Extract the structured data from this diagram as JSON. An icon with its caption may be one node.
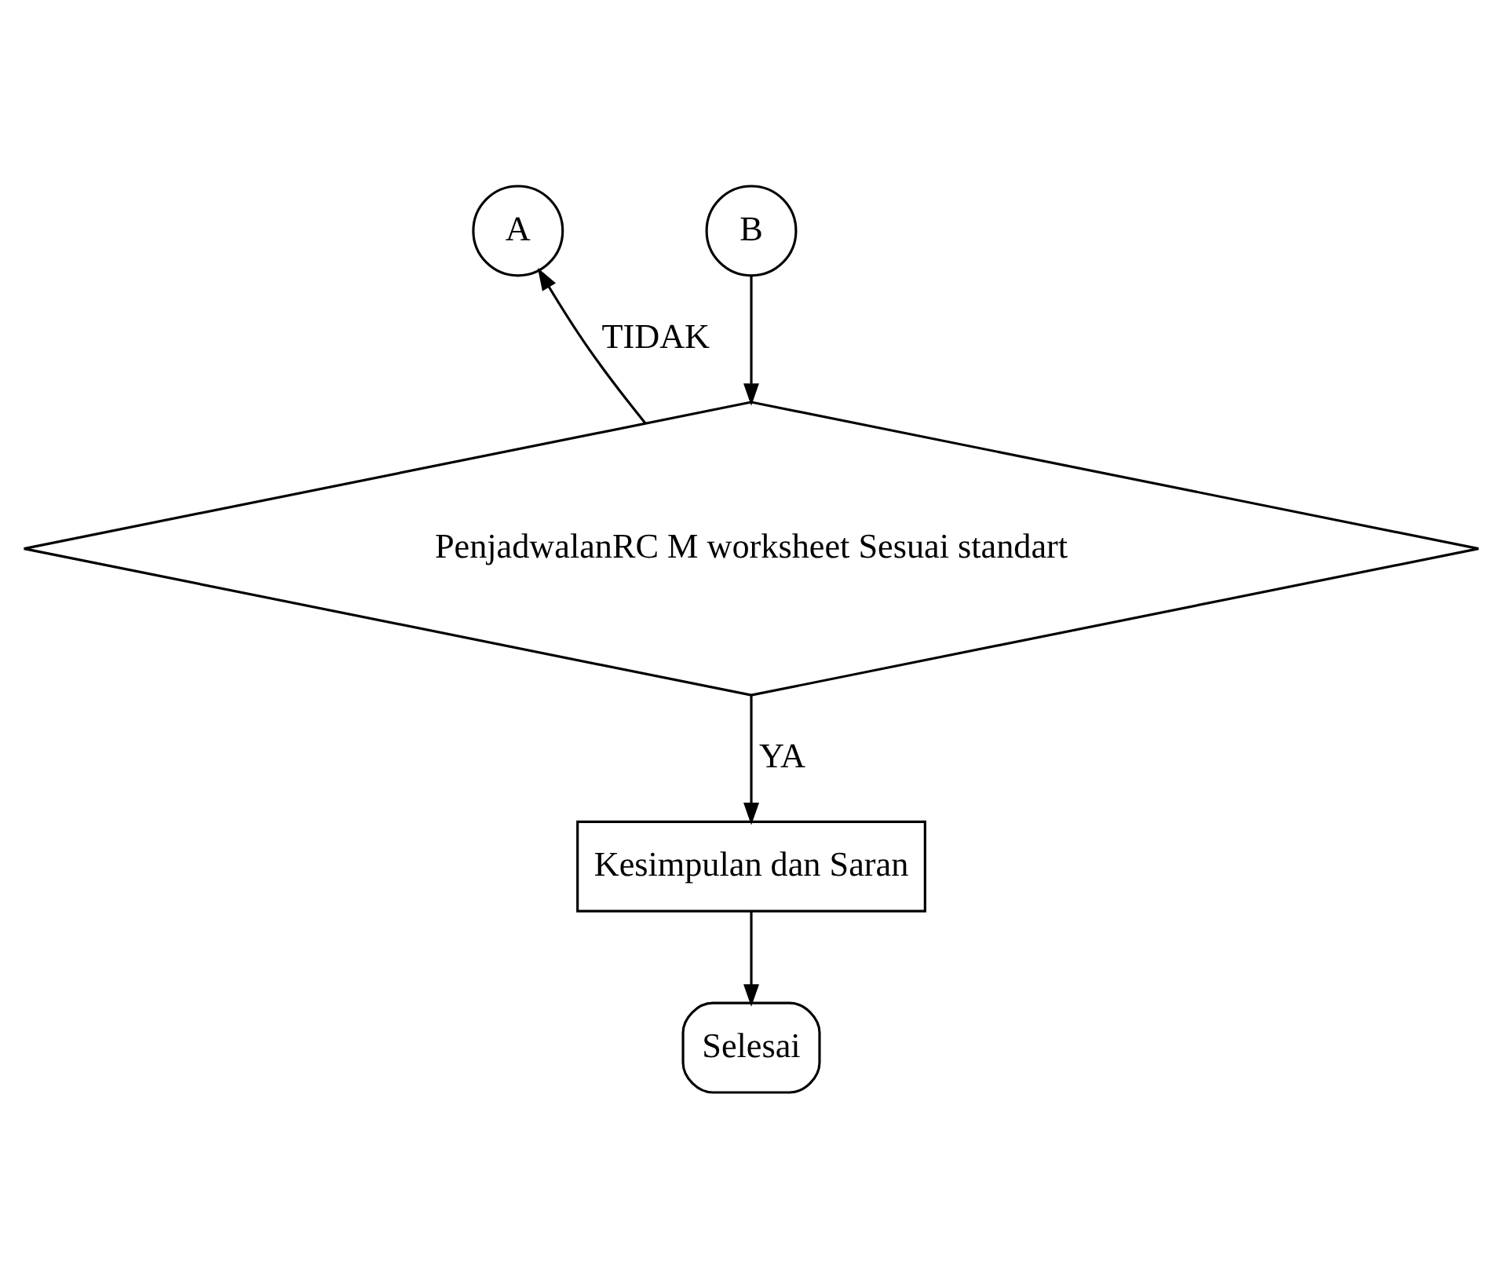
{
  "diagram": {
    "nodes": [
      {
        "text": [
          "A"
        ]
      },
      {
        "text": [
          "B"
        ]
      },
      {
        "text": [
          "PenjadwalanRC M worksheet Sesuai standart"
        ]
      },
      {
        "text": [
          "Kesimpulan dan Saran"
        ]
      },
      {
        "text": [
          "Selesai"
        ]
      }
    ],
    "edges": [
      {
        "from": 1,
        "to": 2,
        "arrow": "to"
      },
      {
        "from": 2,
        "to": 0,
        "arrow": "to",
        "label": "TIDAK"
      },
      {
        "from": 2,
        "to": 3,
        "arrow": "to",
        "label": "YA"
      },
      {
        "from": 3,
        "to": 4,
        "arrow": "to"
      }
    ]
  }
}
